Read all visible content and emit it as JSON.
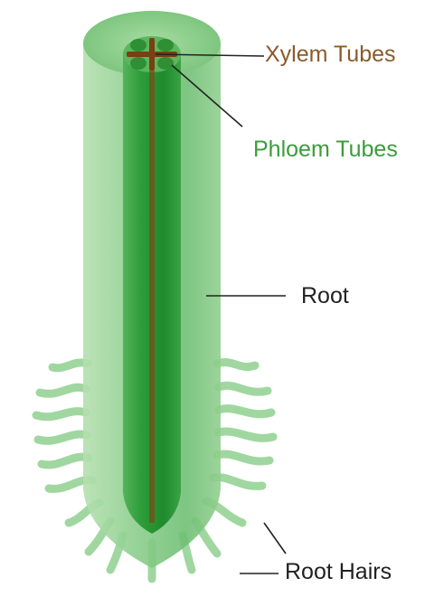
{
  "labels": {
    "xylem": "Xylem Tubes",
    "phloem": "Phloem Tubes",
    "root": "Root",
    "root_hairs": "Root Hairs"
  },
  "colors": {
    "xylem": "#8a5a2b",
    "phloem": "#3c9c3c",
    "root_label": "#222222",
    "outer_tissue": "#8fcf8f",
    "inner_cylinder": "#2e9a3a",
    "xylem_core": "#7a3f12",
    "root_hairs": "#8fd08f",
    "leader_line": "#222222"
  }
}
